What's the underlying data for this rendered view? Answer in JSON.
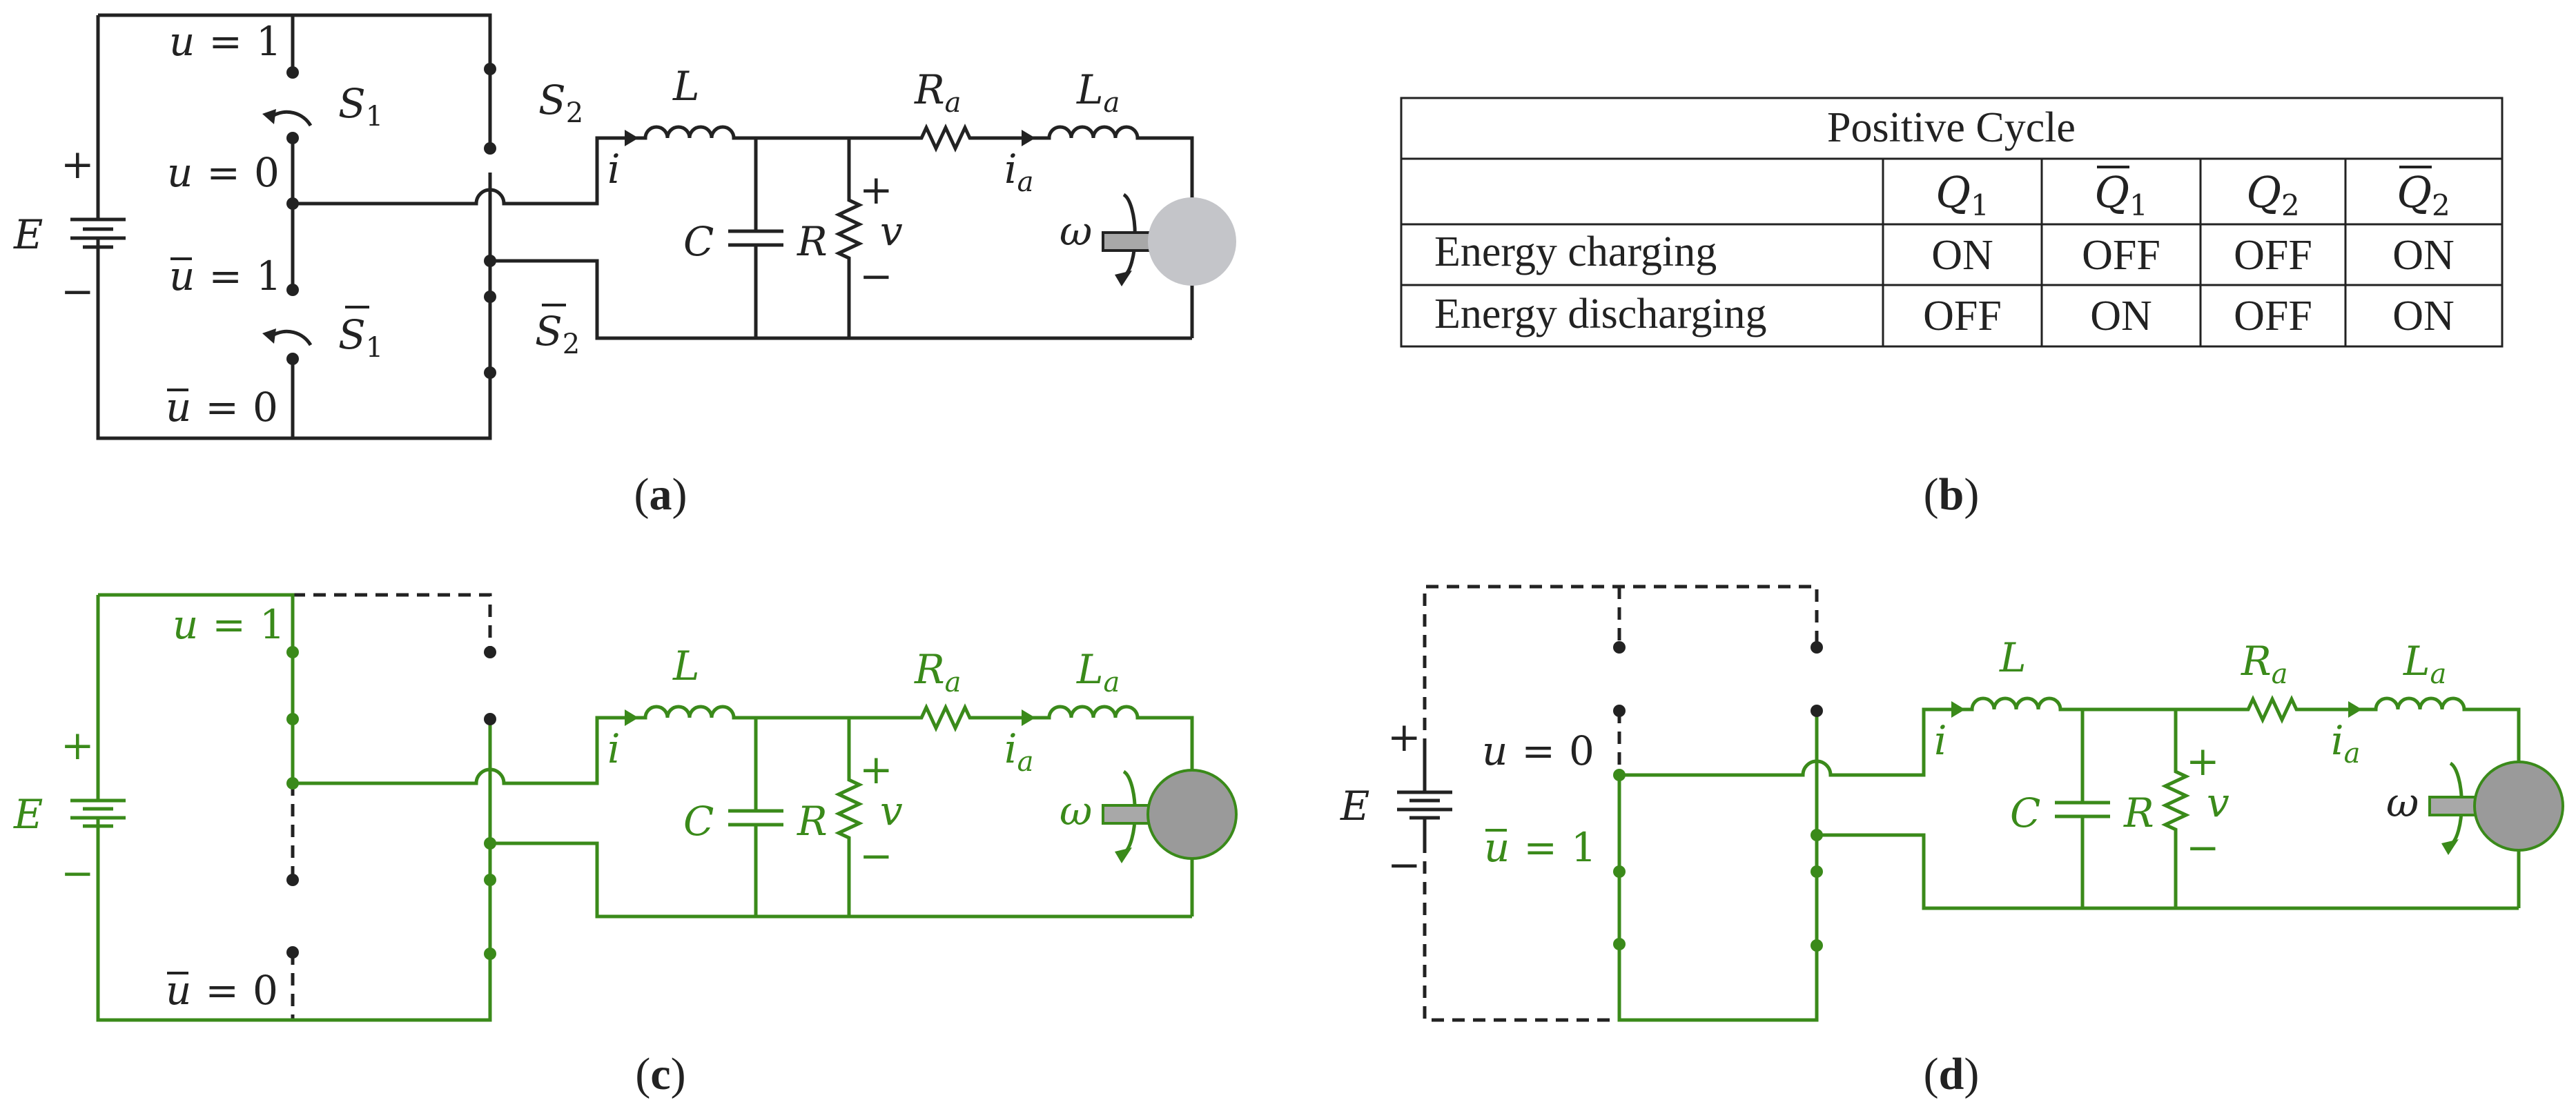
{
  "colors": {
    "black": "#222222",
    "green": "#3a8a1a",
    "motor_light": "#c4c5c9",
    "motor_dark": "#9a9a9a",
    "shaft": "#a8a8a8"
  },
  "symbols": {
    "u": "u",
    "u_bar": "u",
    "eq": "=",
    "one": "1",
    "zero": "0",
    "S": "S",
    "sub1": "1",
    "sub2": "2",
    "L": "L",
    "C": "C",
    "R": "R",
    "v": "v",
    "i": "i",
    "Ra": "R",
    "La": "L",
    "ia": "i",
    "sub_a": "a",
    "omega": "ω",
    "E": "E",
    "plus": "+",
    "minus": "−"
  },
  "captions": {
    "a": {
      "open": "(",
      "letter": "a",
      "close": ")"
    },
    "b": {
      "open": "(",
      "letter": "b",
      "close": ")"
    },
    "c": {
      "open": "(",
      "letter": "c",
      "close": ")"
    },
    "d": {
      "open": "(",
      "letter": "d",
      "close": ")"
    }
  },
  "table": {
    "title": "Positive Cycle",
    "headers": [
      {
        "main": "Q",
        "sub": "1"
      },
      {
        "main": "Q",
        "sub": "1"
      },
      {
        "main": "Q",
        "sub": "2"
      },
      {
        "main": "Q",
        "sub": "2"
      }
    ],
    "rows": [
      {
        "label": "Energy charging",
        "cells": [
          "ON",
          "OFF",
          "OFF",
          "ON"
        ]
      },
      {
        "label": "Energy discharging",
        "cells": [
          "OFF",
          "ON",
          "OFF",
          "ON"
        ]
      }
    ]
  }
}
